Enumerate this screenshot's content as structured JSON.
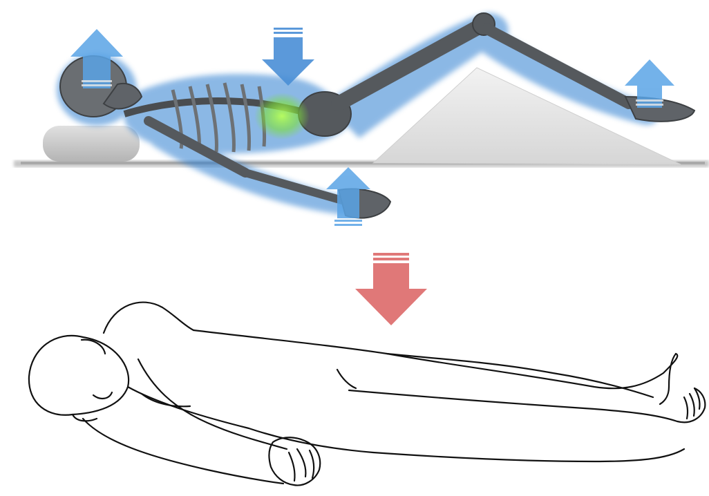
{
  "colors": {
    "background": "#ffffff",
    "floor": "#bfbfbf",
    "pillow": "#cfcfcf",
    "wedge": "#e4e4e4",
    "bone": "#5f6368",
    "body_glow": "#2f7fd0",
    "lumbar_highlight": "#7ee03a",
    "up_arrow": "#5aa4e6",
    "down_arrow_blue": "#4a8fd6",
    "transition_arrow": "#e07878",
    "outline": "#111111"
  },
  "arrows": [
    {
      "icon": "arrow-up",
      "meaning": "head"
    },
    {
      "icon": "arrow-down",
      "meaning": "lower-back"
    },
    {
      "icon": "arrow-up",
      "meaning": "feet"
    },
    {
      "icon": "arrow-up",
      "meaning": "hands"
    },
    {
      "icon": "arrow-down",
      "meaning": "transition"
    }
  ]
}
